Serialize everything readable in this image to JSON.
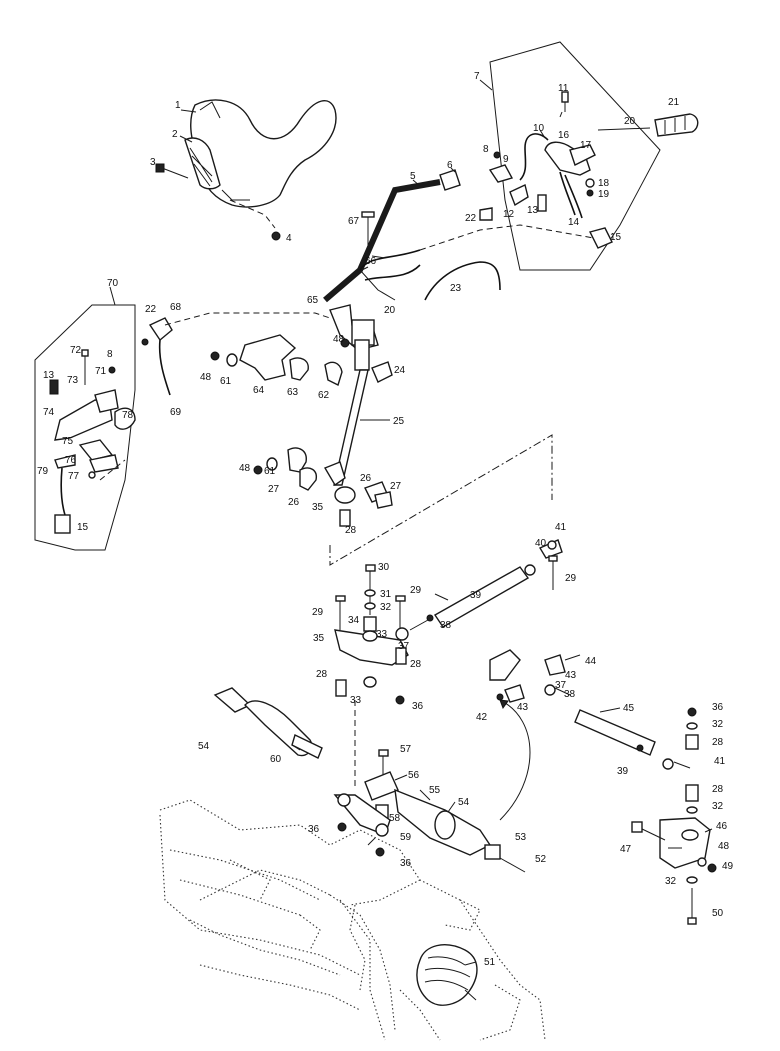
{
  "callouts": [
    {
      "id": "c1",
      "text": "1"
    },
    {
      "id": "c2",
      "text": "2"
    },
    {
      "id": "c3",
      "text": "3"
    },
    {
      "id": "c4",
      "text": "4"
    },
    {
      "id": "c5",
      "text": "5"
    },
    {
      "id": "c6",
      "text": "6"
    },
    {
      "id": "c7",
      "text": "7"
    },
    {
      "id": "c8a",
      "text": "8"
    },
    {
      "id": "c9",
      "text": "9"
    },
    {
      "id": "c10",
      "text": "10"
    },
    {
      "id": "c11",
      "text": "11"
    },
    {
      "id": "c12",
      "text": "12"
    },
    {
      "id": "c13a",
      "text": "13"
    },
    {
      "id": "c14",
      "text": "14"
    },
    {
      "id": "c15a",
      "text": "15"
    },
    {
      "id": "c16",
      "text": "16"
    },
    {
      "id": "c17",
      "text": "17"
    },
    {
      "id": "c18",
      "text": "18"
    },
    {
      "id": "c19",
      "text": "19"
    },
    {
      "id": "c20a",
      "text": "20"
    },
    {
      "id": "c21",
      "text": "21"
    },
    {
      "id": "c22a",
      "text": "22"
    },
    {
      "id": "c23",
      "text": "23"
    },
    {
      "id": "c67",
      "text": "67"
    },
    {
      "id": "c66",
      "text": "66"
    },
    {
      "id": "c20b",
      "text": "20"
    },
    {
      "id": "c65",
      "text": "65"
    },
    {
      "id": "c70",
      "text": "70"
    },
    {
      "id": "c22b",
      "text": "22"
    },
    {
      "id": "c68",
      "text": "68"
    },
    {
      "id": "c72",
      "text": "72"
    },
    {
      "id": "c8b",
      "text": "8"
    },
    {
      "id": "c71",
      "text": "71"
    },
    {
      "id": "c13b",
      "text": "13"
    },
    {
      "id": "c73",
      "text": "73"
    },
    {
      "id": "c74",
      "text": "74"
    },
    {
      "id": "c78",
      "text": "78"
    },
    {
      "id": "c75",
      "text": "75"
    },
    {
      "id": "c76",
      "text": "76"
    },
    {
      "id": "c77",
      "text": "77"
    },
    {
      "id": "c79",
      "text": "79"
    },
    {
      "id": "c15b",
      "text": "15"
    },
    {
      "id": "c69",
      "text": "69"
    },
    {
      "id": "c48a",
      "text": "48"
    },
    {
      "id": "c61a",
      "text": "61"
    },
    {
      "id": "c64",
      "text": "64"
    },
    {
      "id": "c63",
      "text": "63"
    },
    {
      "id": "c62",
      "text": "62"
    },
    {
      "id": "c48b",
      "text": "48"
    },
    {
      "id": "c24",
      "text": "24"
    },
    {
      "id": "c25",
      "text": "25"
    },
    {
      "id": "c48c",
      "text": "48"
    },
    {
      "id": "c61b",
      "text": "61"
    },
    {
      "id": "c27a",
      "text": "27"
    },
    {
      "id": "c26a",
      "text": "26"
    },
    {
      "id": "c35a",
      "text": "35"
    },
    {
      "id": "c28a",
      "text": "28"
    },
    {
      "id": "c26b",
      "text": "26"
    },
    {
      "id": "c27b",
      "text": "27"
    },
    {
      "id": "c41a",
      "text": "41"
    },
    {
      "id": "c40",
      "text": "40"
    },
    {
      "id": "c29a",
      "text": "29"
    },
    {
      "id": "c30",
      "text": "30"
    },
    {
      "id": "c31",
      "text": "31"
    },
    {
      "id": "c32a",
      "text": "32"
    },
    {
      "id": "c29b",
      "text": "29"
    },
    {
      "id": "c29c",
      "text": "29"
    },
    {
      "id": "c39a",
      "text": "39"
    },
    {
      "id": "c34",
      "text": "34"
    },
    {
      "id": "c33a",
      "text": "33"
    },
    {
      "id": "c35b",
      "text": "35"
    },
    {
      "id": "c37a",
      "text": "37"
    },
    {
      "id": "c38a",
      "text": "38"
    },
    {
      "id": "c28b",
      "text": "28"
    },
    {
      "id": "c28c",
      "text": "28"
    },
    {
      "id": "c33b",
      "text": "33"
    },
    {
      "id": "c36a",
      "text": "36"
    },
    {
      "id": "c44",
      "text": "44"
    },
    {
      "id": "c43a",
      "text": "43"
    },
    {
      "id": "c37b",
      "text": "37"
    },
    {
      "id": "c38b",
      "text": "38"
    },
    {
      "id": "c42",
      "text": "42"
    },
    {
      "id": "c43b",
      "text": "43"
    },
    {
      "id": "c45",
      "text": "45"
    },
    {
      "id": "c36b",
      "text": "36"
    },
    {
      "id": "c32b",
      "text": "32"
    },
    {
      "id": "c28d",
      "text": "28"
    },
    {
      "id": "c39b",
      "text": "39"
    },
    {
      "id": "c41b",
      "text": "41"
    },
    {
      "id": "c28e",
      "text": "28"
    },
    {
      "id": "c32c",
      "text": "32"
    },
    {
      "id": "c46",
      "text": "46"
    },
    {
      "id": "c47",
      "text": "47"
    },
    {
      "id": "c48d",
      "text": "48"
    },
    {
      "id": "c49",
      "text": "49"
    },
    {
      "id": "c32d",
      "text": "32"
    },
    {
      "id": "c50",
      "text": "50"
    },
    {
      "id": "c54a",
      "text": "54"
    },
    {
      "id": "c60",
      "text": "60"
    },
    {
      "id": "c57",
      "text": "57"
    },
    {
      "id": "c56",
      "text": "56"
    },
    {
      "id": "c55",
      "text": "55"
    },
    {
      "id": "c54b",
      "text": "54"
    },
    {
      "id": "c58",
      "text": "58"
    },
    {
      "id": "c36c",
      "text": "36"
    },
    {
      "id": "c59",
      "text": "59"
    },
    {
      "id": "c36d",
      "text": "36"
    },
    {
      "id": "c53",
      "text": "53"
    },
    {
      "id": "c52",
      "text": "52"
    },
    {
      "id": "c51",
      "text": "51"
    }
  ]
}
